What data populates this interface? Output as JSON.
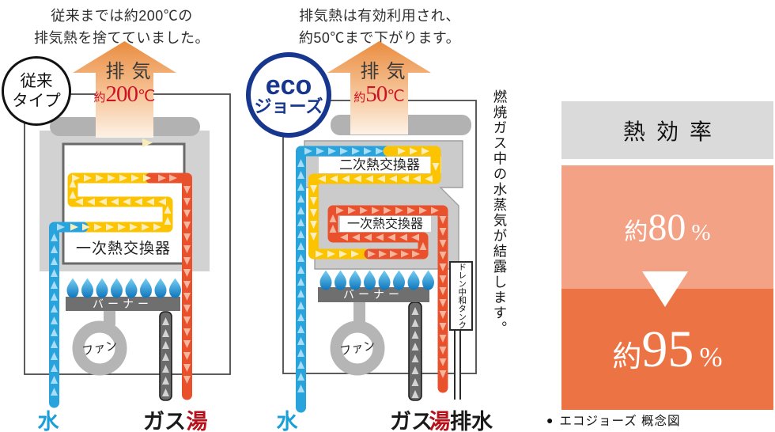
{
  "notes": {
    "conventional": [
      "従来までは約200℃の",
      "排気熱を捨てていました。"
    ],
    "eco": [
      "排気熱は有効利用され、",
      "約50℃まで下がります。"
    ],
    "condensation": "燃焼ガス中の水蒸気が結露します。"
  },
  "units": {
    "conventional": {
      "badge": [
        "従来",
        "タイプ"
      ],
      "exhaust_label": "排気",
      "exhaust_temp": {
        "prefix": "約",
        "value": "200",
        "unit": "℃"
      },
      "labels": {
        "primary_exchanger": "一次熱交換器",
        "burner": "バーナー",
        "fan": "ファン"
      },
      "legend": {
        "water": "水",
        "gas": "ガス",
        "hot_water": "湯"
      }
    },
    "eco": {
      "badge": [
        "eco",
        "ジョーズ"
      ],
      "exhaust_label": "排気",
      "exhaust_temp": {
        "prefix": "約",
        "value": "50",
        "unit": "℃"
      },
      "labels": {
        "secondary_exchanger": "二次熱交換器",
        "primary_exchanger": "一次熱交換器",
        "burner": "バーナー",
        "fan": "ファン",
        "drain_tank": "ドレン中和タンク"
      },
      "legend": {
        "water": "水",
        "gas": "ガス",
        "hot_water": "湯",
        "drain": "排水"
      }
    }
  },
  "efficiency_panel": {
    "title": "熱効率",
    "before": {
      "prefix": "約",
      "value": "80",
      "unit": "%"
    },
    "after": {
      "prefix": "約",
      "value": "95",
      "unit": "%"
    }
  },
  "caption": {
    "bullet": "●",
    "text": "エコジョーズ 概念図"
  },
  "colors": {
    "water_pipe": "#29a3dc",
    "preheat_pipe": "#fcc400",
    "hot_pipe": "#e9512d",
    "gas_pipe": "#6b6b6b",
    "flame_blue": "#1e8fd0",
    "eco_blue": "#17378f",
    "temp_red": "#cf1126",
    "water_label": "#1b9fd9",
    "hot_label": "#b5121b",
    "efficiency_before_bg": "#f4a285",
    "efficiency_after_bg": "#ec7444",
    "efficiency_header_bg": "#dadada",
    "casing_gray": "#cbcbcb"
  }
}
